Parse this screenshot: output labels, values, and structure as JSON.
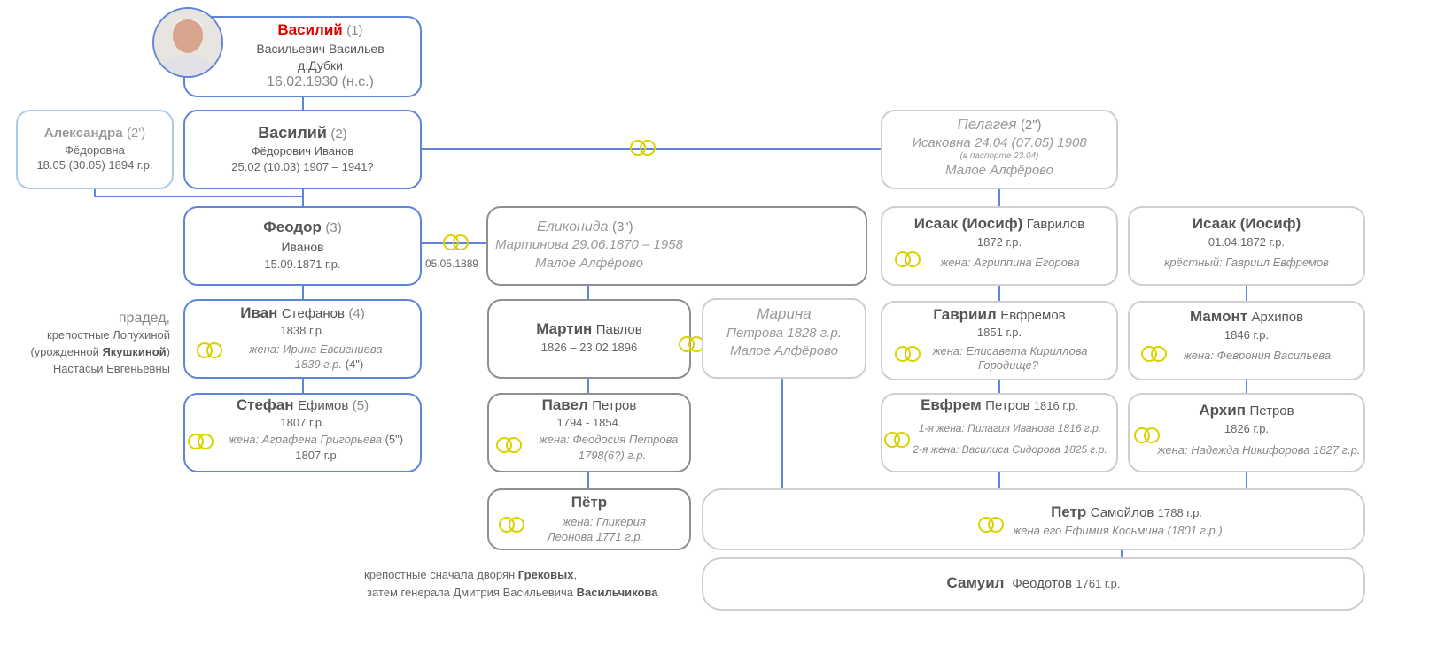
{
  "nodes": {
    "n1": {
      "name": "Василий",
      "num": "(1)",
      "l2": "Васильевич Васильев",
      "l3": "д.Дубки",
      "l4": "16.02.1930 (н.с.)"
    },
    "n2a": {
      "name": "Александра",
      "num": "(2')",
      "l2": "Фёдоровна",
      "l3": "18.05 (30.05) 1894 г.р."
    },
    "n2": {
      "name": "Василий",
      "num": "(2)",
      "l2": "Фёдорович Иванов",
      "l3": "25.02 (10.03) 1907 – 1941?"
    },
    "n2w": {
      "name": "Пелагея",
      "num": "(2\")",
      "l2": "Исаковна 24.04 (07.05) 1908",
      "l3": "(в паспорте 23.04)",
      "l4": "Малое Алфёрово"
    },
    "n3": {
      "name": "Феодор",
      "num": "(3)",
      "l2": "Иванов",
      "l3": "15.09.1871 г.р."
    },
    "marriage3": "05.05.1889",
    "n3w": {
      "name": "Еликонида",
      "num": "(3\")",
      "l2": "Мартинова 29.06.1870 – 1958",
      "l3": "Малое Алфёрово"
    },
    "isaak1": {
      "name": "Исаак (Иосиф)",
      "sur": "Гаврилов",
      "l2": "1872 г.р.",
      "l3a": "жена:",
      "l3b": "Агриппина Егорова"
    },
    "isaak2": {
      "name": "Исаак (Иосиф)",
      "l2": "01.04.1872 г.р.",
      "l3a": "крёстный:",
      "l3b": "Гавриил Евфремов"
    },
    "n4": {
      "name": "Иван",
      "sur": "Стефанов",
      "num": "(4)",
      "l2": "1838 г.р.",
      "l3a": "жена:",
      "l3b": "Ирина Евсигниева",
      "l4a": "1839 г.р.",
      "l4b": "(4\")"
    },
    "martin": {
      "name": "Мартин",
      "sur": "Павлов",
      "l2": "1826 – 23.02.1896"
    },
    "marina": {
      "name": "Марина",
      "l2": "Петрова 1828 г.р.",
      "l3": "Малое Алфёрово"
    },
    "gavriil": {
      "name": "Гавриил",
      "sur": "Евфремов",
      "l2": "1851 г.р.",
      "l3a": "жена:",
      "l3b": "Елисавета Кириллова",
      "l4": "Городище?"
    },
    "mamont": {
      "name": "Мамонт",
      "sur": "Архипов",
      "l2": "1846 г.р.",
      "l3a": "жена:",
      "l3b": "Феврония Васильева"
    },
    "n5": {
      "name": "Стефан",
      "sur": "Ефимов",
      "num": "(5)",
      "l2": "1807 г.р.",
      "l3a": "жена:",
      "l3b": "Аграфена Григорьева",
      "l3c": "(5\")",
      "l4": "1807 г.р"
    },
    "pavel": {
      "name": "Павел",
      "sur": "Петров",
      "l2": "1794 - 1854.",
      "l3a": "жена:",
      "l3b": "Феодосия Петрова",
      "l4": "1798(6?) г.р."
    },
    "evfrem": {
      "name": "Евфрем",
      "sur": "Петров",
      "yr": "1816 г.р.",
      "l2": "1-я жена: Пилагия Иванова 1816 г.р.",
      "l3": "2-я жена: Василиса Сидорова 1825 г.р."
    },
    "arhip": {
      "name": "Архип",
      "sur": "Петров",
      "l2": "1826 г.р.",
      "l3a": "жена:",
      "l3b": "Надежда Никифорова 1827 г.р."
    },
    "petr1": {
      "name": "Пётр",
      "l2a": "жена:",
      "l2b": "Гликерия",
      "l3": "Леонова 1771 г.р."
    },
    "petr2": {
      "name": "Петр",
      "sur": "Самойлов",
      "yr": "1788 г.р.",
      "l2": "жена его Ефимия Косьмина (1801 г.р.)"
    },
    "samuil": {
      "name": "Самуил",
      "sur": "Феодотов",
      "yr": "1761 г.р."
    }
  },
  "notes": {
    "pradea": "прадед,",
    "lopuh": "крепостные Лопухиной",
    "yakush_pre": "(урожденной",
    "yakush": "Якушкиной",
    "yakush_post": ")",
    "nastasi": "Настасьи Евгеньевны",
    "grek_pre": "крепостные сначала дворян",
    "grek": "Грековых",
    "grek_post": ",",
    "vas_pre": "затем генерала Дмитрия Васильевича",
    "vas": "Васильчикова"
  },
  "colors": {
    "line": "#5f86d6",
    "ring": "#d9d200",
    "highlight": "#e00000"
  }
}
